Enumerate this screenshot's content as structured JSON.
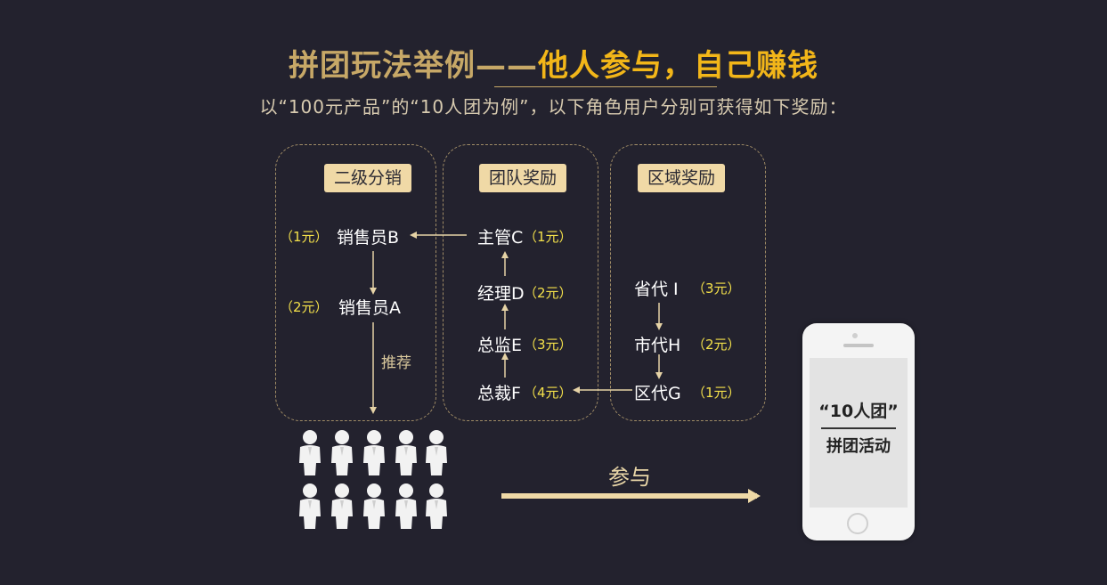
{
  "title": {
    "part1": "拼团玩法举例——",
    "part2": "他人参与，自己赚钱"
  },
  "subtitle": "以“100元产品”的“10人团为例”，以下角色用户分别可获得如下奖励：",
  "panels": {
    "distribution": {
      "label": "二级分销",
      "nodes": [
        {
          "name": "销售员B",
          "reward": "（1元）"
        },
        {
          "name": "销售员A",
          "reward": "（2元）"
        }
      ],
      "recommend_label": "推荐"
    },
    "team": {
      "label": "团队奖励",
      "nodes": [
        {
          "name": "主管C",
          "reward": "（1元）"
        },
        {
          "name": "经理D",
          "reward": "（2元）"
        },
        {
          "name": "总监E",
          "reward": "（3元）"
        },
        {
          "name": "总裁F",
          "reward": "（4元）"
        }
      ]
    },
    "region": {
      "label": "区域奖励",
      "nodes": [
        {
          "name": "省代 I",
          "reward": "（3元）"
        },
        {
          "name": "市代H",
          "reward": "（2元）"
        },
        {
          "name": "区代G",
          "reward": "（1元）"
        }
      ]
    }
  },
  "participate_label": "参与",
  "phone": {
    "line1": "“10人团”",
    "line2": "拼团活动"
  },
  "colors": {
    "background": "#23222e",
    "gold": "#c7a867",
    "accent": "#f2b619",
    "chip": "#f0d9a6",
    "reward": "#f3e04a"
  }
}
